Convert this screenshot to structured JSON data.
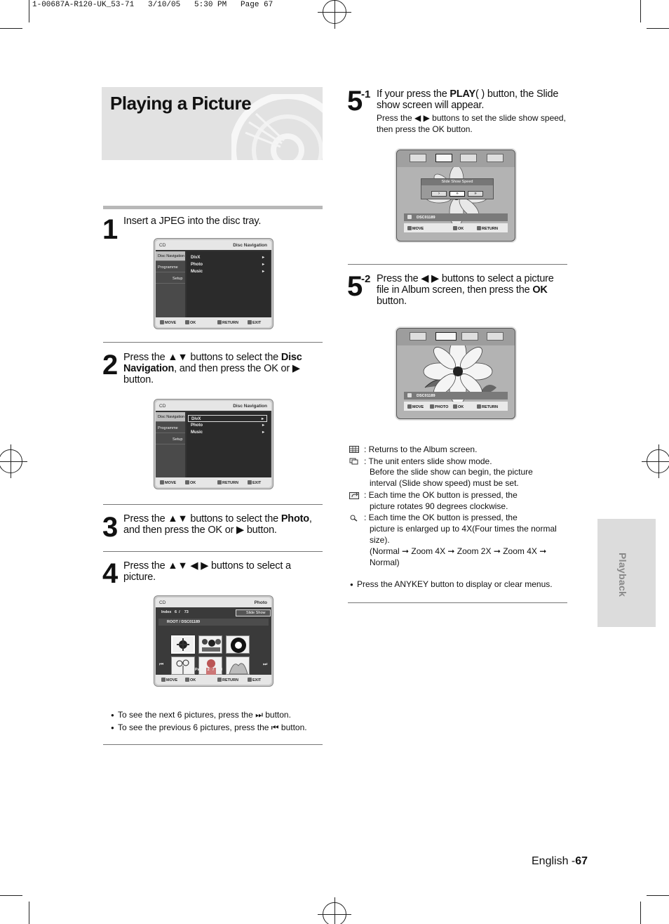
{
  "header_line": "1-00687A-R120-UK_53-71   3/10/05   5:30 PM   Page 67",
  "title": "Playing a Picture",
  "steps": {
    "s1": {
      "num": "1",
      "text": "Insert a JPEG into the disc tray."
    },
    "s2": {
      "num": "2",
      "pre": "Press the ▲▼ buttons to select the ",
      "bold1": "Disc Navigation",
      "post": ", and then press the OK or ▶ button."
    },
    "s3": {
      "num": "3",
      "pre": "Press the ▲▼ buttons to select the ",
      "bold1": "Photo",
      "post": ", and then press the OK or ▶ button."
    },
    "s4": {
      "num": "4",
      "text": "Press the ▲▼ ◀ ▶ buttons to select a picture."
    },
    "s51": {
      "num": "5",
      "sub": "-1",
      "pre": "If your press the ",
      "bold1": "PLAY",
      "post": "( ) button, the Slide show screen will appear.",
      "small": "Press the ◀ ▶ buttons to set the slide show speed, then press the OK button."
    },
    "s52": {
      "num": "5",
      "sub": "-2",
      "pre": "Press the ◀ ▶ buttons to select a picture file in Album screen, then press the ",
      "bold1": "OK",
      "post": " button."
    }
  },
  "menu_screen": {
    "top_left": "CD",
    "top_right": "Disc Navigation",
    "side": [
      "Disc Navigation",
      "Programme",
      "Setup"
    ],
    "list": [
      "DivX",
      "Photo",
      "Music"
    ],
    "bottom": [
      "MOVE",
      "OK",
      "RETURN",
      "EXIT"
    ]
  },
  "photo_screen": {
    "top_left": "CD",
    "top_right": "Photo",
    "index_label": "Index",
    "index_value": "6",
    "index_sep": "/",
    "index_total": "73",
    "slide_show": "Slide Show",
    "path": "ROOT / DSC01189",
    "page_label": "Page",
    "page_value": "2",
    "page_sep": "/",
    "page_total": "13",
    "bottom": [
      "MOVE",
      "OK",
      "RETURN",
      "EXIT"
    ]
  },
  "slide_screen": {
    "speed_title": "Slide Show Speed",
    "file": "DSC01189",
    "bottom": [
      "MOVE",
      "OK",
      "RETURN"
    ]
  },
  "album_screen": {
    "file": "DSC01189",
    "bottom": [
      "MOVE",
      "PHOTO",
      "OK",
      "RETURN"
    ]
  },
  "notes_left": [
    "To see the next 6 pictures, press the ⏭ button.",
    "To see the previous 6 pictures, press the ⏮ button."
  ],
  "legend": [
    {
      "icon": "album-icon",
      "text": ": Returns to the Album screen."
    },
    {
      "icon": "slideshow-icon",
      "text": ": The unit enters slide show mode.",
      "cont": [
        "Before the slide show can begin, the picture",
        "interval (Slide show speed) must be set."
      ]
    },
    {
      "icon": "rotate-icon",
      "text": ": Each time the OK button is pressed, the",
      "cont": [
        "picture rotates 90 degrees clockwise."
      ]
    },
    {
      "icon": "zoom-icon",
      "text": ": Each time the OK button is pressed, the",
      "cont": [
        "picture is enlarged up to 4X(Four times the normal",
        "size).",
        "(Normal ➞ Zoom 4X ➞ Zoom 2X ➞ Zoom 4X ➞",
        "Normal)"
      ]
    }
  ],
  "note_right": "Press the ANYKEY button to display or clear menus.",
  "side_tab": "Playback",
  "footer": {
    "lang": "English -",
    "page": "67"
  }
}
